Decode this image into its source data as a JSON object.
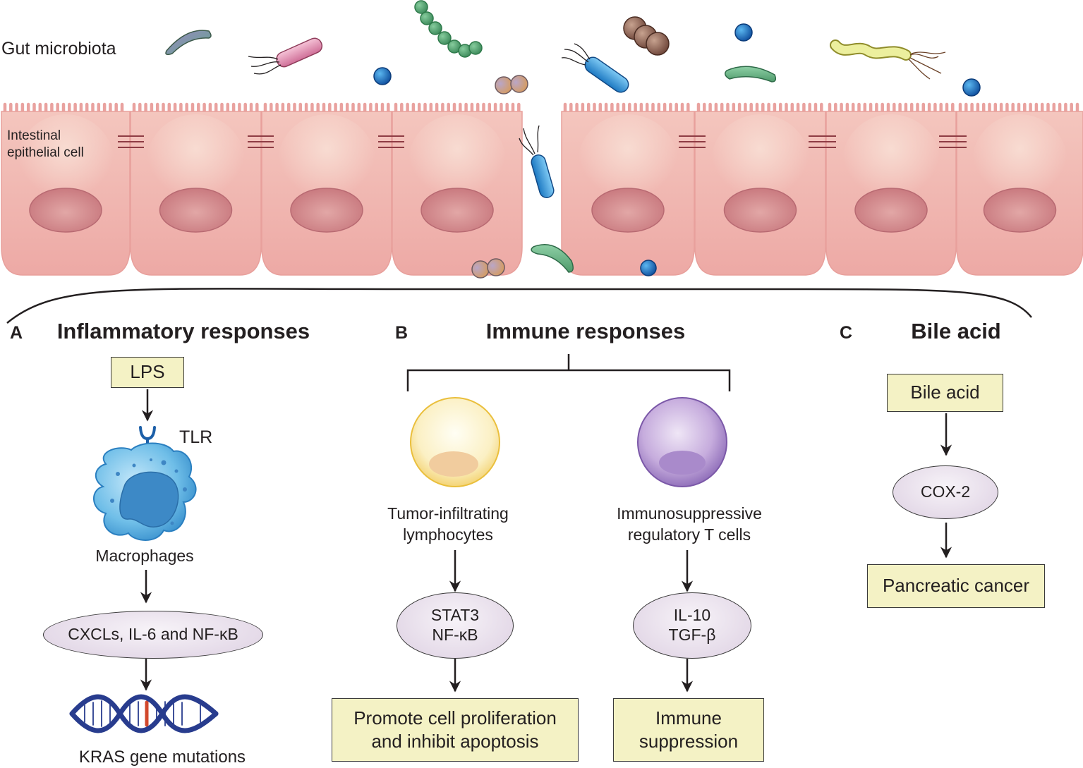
{
  "top": {
    "gut_microbiota": "Gut microbiota",
    "iec_line1": "Intestinal",
    "iec_line2": "epithelial cell"
  },
  "panel_a": {
    "letter": "A",
    "title": "Inflammatory responses",
    "lps": "LPS",
    "tlr": "TLR",
    "macrophages": "Macrophages",
    "mediators": "CXCLs, IL-6 and NF-κB",
    "kras": "KRAS gene mutations"
  },
  "panel_b": {
    "letter": "B",
    "title": "Immune responses",
    "til_line1": "Tumor-infiltrating",
    "til_line2": "lymphocytes",
    "treg_line1": "Immunosuppressive",
    "treg_line2": "regulatory T cells",
    "stat3": "STAT3",
    "nfkb": "NF-κB",
    "il10": "IL-10",
    "tgfb": "TGF-β",
    "promote_line1": "Promote cell proliferation",
    "promote_line2": "and inhibit apoptosis",
    "immune_line1": "Immune",
    "immune_line2": "suppression"
  },
  "panel_c": {
    "letter": "C",
    "title": "Bile acid",
    "bile_acid": "Bile acid",
    "cox2": "COX-2",
    "pancreatic_cancer": "Pancreatic cancer"
  },
  "colors": {
    "cell_fill": "#f2b9b3",
    "nucleus": "#d48a8d",
    "box_fill": "#f4f2c5",
    "macrophage": "#5ab0e0",
    "til_cell": "#f5dd8a",
    "treg_cell": "#a98acb",
    "dna_blue": "#283c8e",
    "dna_mutation": "#d2482c"
  }
}
